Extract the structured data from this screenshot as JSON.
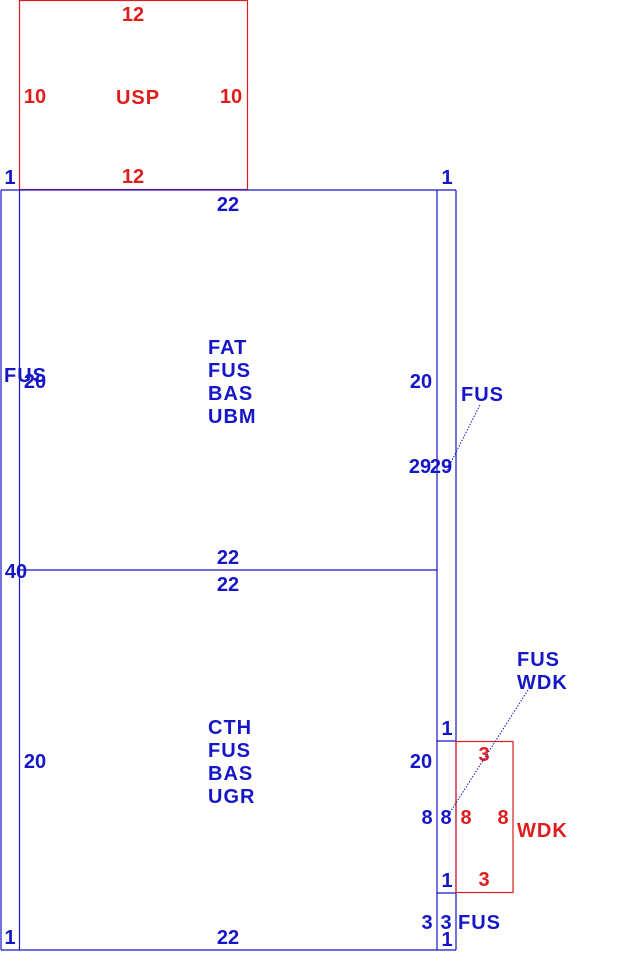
{
  "colors": {
    "structure": "#1616c8",
    "addition": "#e01c1c",
    "background": "#ffffff"
  },
  "usp_room": {
    "code": "USP",
    "top": "12",
    "bottom": "12",
    "left": "10",
    "right": "10"
  },
  "left_wall": {
    "label": "FUS",
    "top": "1",
    "bottom": "1",
    "length": "40"
  },
  "right_wall": {
    "top": "1",
    "label": "FUS",
    "length_left": "29",
    "length_right": "29"
  },
  "upper_room": {
    "codes": [
      "FAT",
      "FUS",
      "BAS",
      "UBM"
    ],
    "top": "22",
    "bottom": "22",
    "left": "20",
    "right": "20"
  },
  "lower_room": {
    "codes": [
      "CTH",
      "FUS",
      "BAS",
      "UGR"
    ],
    "top": "22",
    "bottom": "22",
    "left": "20",
    "right": "20"
  },
  "right_lower_wall": {
    "top": "1",
    "bottom": "1",
    "length_left": "8",
    "length_right": "8",
    "label_line1": "FUS",
    "label_line2": "WDK"
  },
  "wdk_box": {
    "code": "WDK",
    "top": "3",
    "bottom": "3",
    "left": "8",
    "right": "8"
  },
  "fus_corner": {
    "label": "FUS",
    "left": "3",
    "right": "3",
    "bottom": "1"
  }
}
